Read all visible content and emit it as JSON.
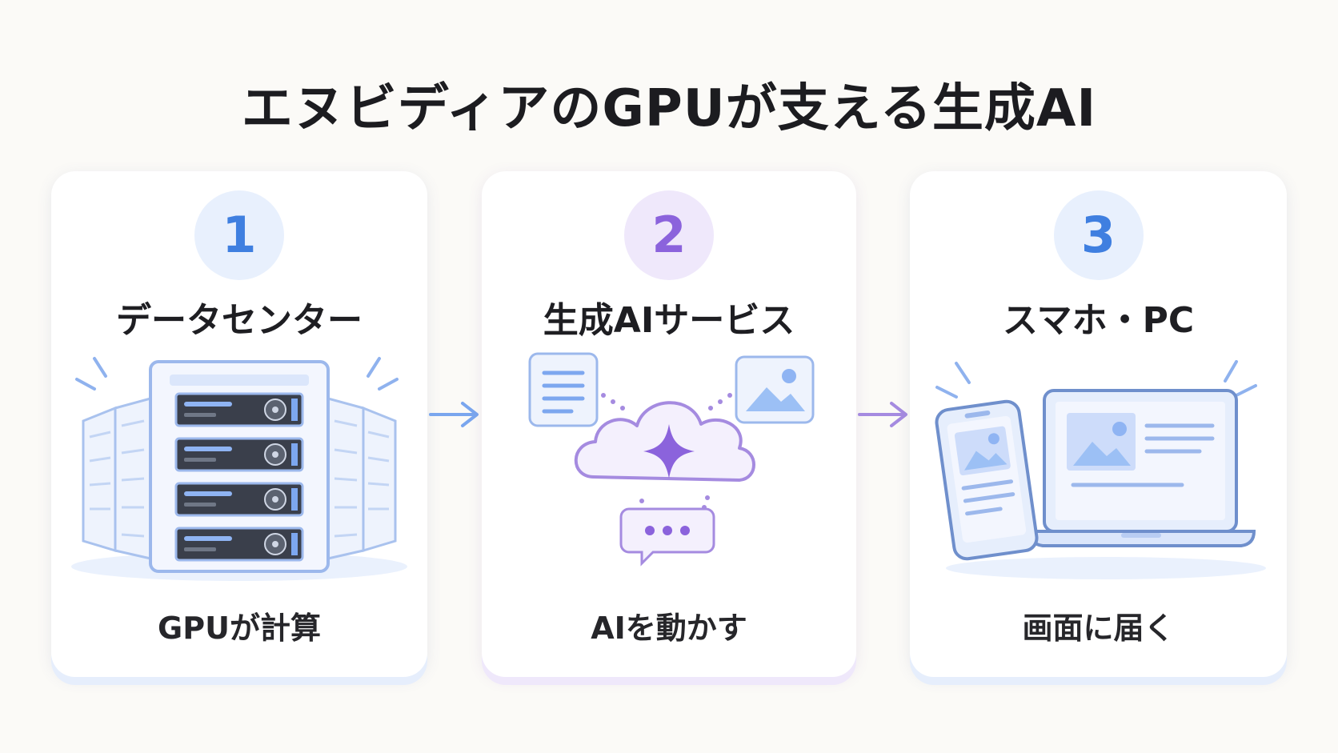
{
  "page": {
    "title": "エヌビディアのGPUが支える生成AI"
  },
  "steps": [
    {
      "number": "1",
      "title": "データセンター",
      "caption": "GPUが計算",
      "icon": "data-center-server-icon",
      "accent": "#3f7fe0"
    },
    {
      "number": "2",
      "title": "生成AIサービス",
      "caption": "AIを動かす",
      "icon": "ai-cloud-icon",
      "accent": "#8b63dc"
    },
    {
      "number": "3",
      "title": "スマホ・PC",
      "caption": "画面に届く",
      "icon": "phone-laptop-icon",
      "accent": "#3f7fe0"
    }
  ],
  "connectors": [
    {
      "icon": "arrow-right-icon",
      "color": "#7aa6ee"
    },
    {
      "icon": "arrow-right-icon",
      "color": "#a58be0"
    }
  ]
}
